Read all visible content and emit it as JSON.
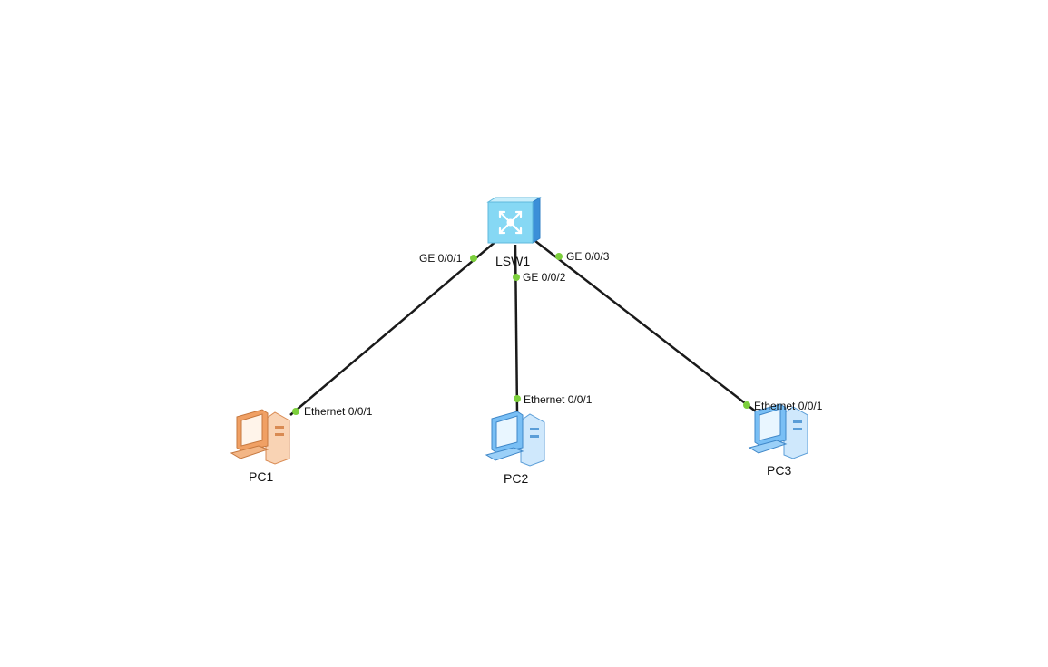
{
  "topology": {
    "switch": {
      "name": "LSW1",
      "icon": "layer3-switch-icon",
      "color": "#7fd6f3"
    },
    "pcs": [
      {
        "name": "PC1",
        "icon": "pc-icon",
        "color": "#f2a46a",
        "state": "highlighted"
      },
      {
        "name": "PC2",
        "icon": "pc-icon",
        "color": "#7ec4f5",
        "state": "normal"
      },
      {
        "name": "PC3",
        "icon": "pc-icon",
        "color": "#7ec4f5",
        "state": "normal"
      }
    ],
    "links": [
      {
        "from": "LSW1",
        "from_port": "GE 0/0/1",
        "to": "PC1",
        "to_port": "Ethernet 0/0/1",
        "status": "up"
      },
      {
        "from": "LSW1",
        "from_port": "GE 0/0/2",
        "to": "PC2",
        "to_port": "Ethernet 0/0/1",
        "status": "up"
      },
      {
        "from": "LSW1",
        "from_port": "GE 0/0/3",
        "to": "PC3",
        "to_port": "Ethernet 0/0/1",
        "status": "up"
      }
    ],
    "colors": {
      "link": "#1a1a1a",
      "port_up": "#7ccf3c"
    }
  }
}
